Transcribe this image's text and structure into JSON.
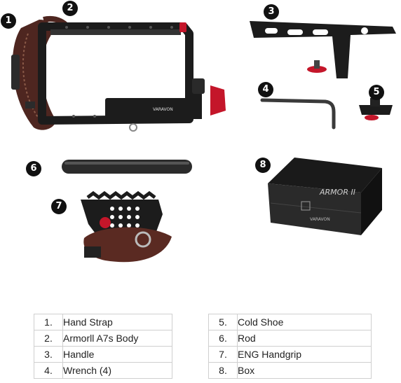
{
  "callouts": [
    "1",
    "2",
    "3",
    "4",
    "5",
    "6",
    "7",
    "8"
  ],
  "box_print": {
    "product": "ARMOR II",
    "brand": "VARAVON"
  },
  "body_print": "VARAVON",
  "parts_left": [
    {
      "num": "1.",
      "label": "Hand Strap"
    },
    {
      "num": "2.",
      "label": "Armorll A7s Body"
    },
    {
      "num": "3.",
      "label": "Handle"
    },
    {
      "num": "4.",
      "label": "Wrench (4)"
    }
  ],
  "parts_right": [
    {
      "num": "5.",
      "label": "Cold Shoe"
    },
    {
      "num": "6.",
      "label": "Rod"
    },
    {
      "num": "7.",
      "label": "ENG Handgrip"
    },
    {
      "num": "8.",
      "label": "Box"
    }
  ],
  "colors": {
    "accent_red": "#c4162a",
    "metal": "#1c1c1c",
    "leather": "#5a2a22"
  }
}
